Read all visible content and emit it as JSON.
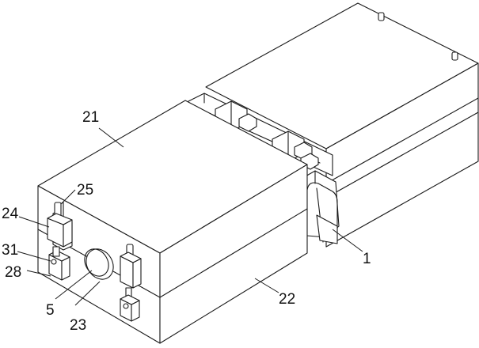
{
  "callouts": {
    "c1": "1",
    "c5": "5",
    "c21": "21",
    "c22": "22",
    "c23": "23",
    "c24": "24",
    "c25": "25",
    "c28": "28",
    "c31": "31"
  }
}
